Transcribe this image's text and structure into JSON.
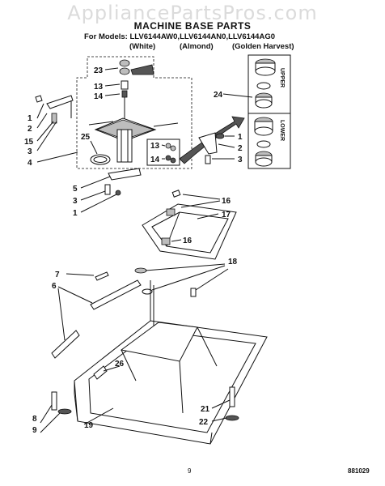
{
  "watermark": "AppliancePartsPros.com",
  "header": {
    "title": "MACHINE BASE PARTS",
    "models_line": "For Models: LLV6144AW0,LLV6144AN0,LLV6144AG0",
    "variants": [
      "(White)",
      "(Almond)",
      "(Golden Harvest)"
    ]
  },
  "callouts": {
    "c23": "23",
    "c13a": "13",
    "c14a": "14",
    "c24": "24",
    "c25": "25",
    "c13b": "13",
    "c14b": "14",
    "c1a": "1",
    "c2a": "2",
    "c15": "15",
    "c3a": "3",
    "c4": "4",
    "c1b": "1",
    "c2b": "2",
    "c3b": "3",
    "c5": "5",
    "c3c": "3",
    "c1c": "1",
    "c16a": "16",
    "c17": "17",
    "c16b": "16",
    "c18": "18",
    "c7": "7",
    "c6": "6",
    "c26": "26",
    "c8": "8",
    "c9": "9",
    "c19": "19",
    "c21": "21",
    "c22": "22"
  },
  "seal_labels": {
    "upper": "UPPER",
    "lower": "LOWER"
  },
  "footer": {
    "page_number": "9",
    "doc_number": "881029"
  }
}
